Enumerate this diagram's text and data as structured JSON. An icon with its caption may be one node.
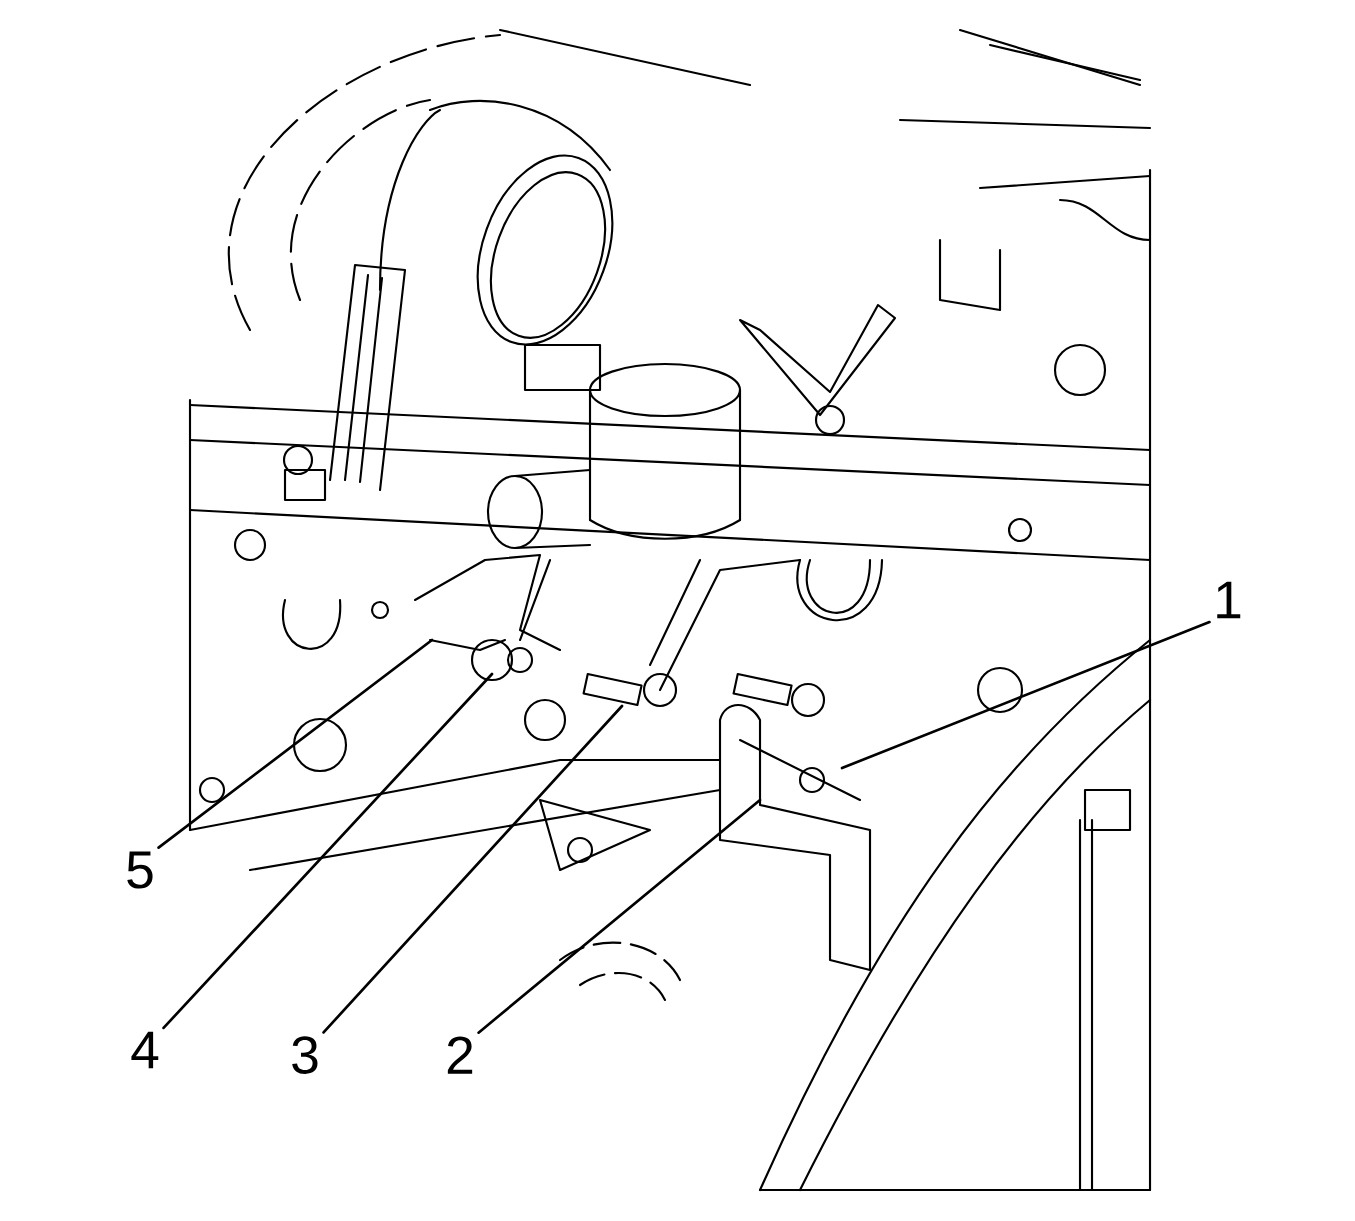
{
  "diagram": {
    "nodes": [
      {
        "text": [
          "1"
        ]
      },
      {
        "text": [
          "2"
        ]
      },
      {
        "text": [
          "3"
        ]
      },
      {
        "text": [
          "4"
        ]
      },
      {
        "text": [
          "5"
        ]
      }
    ],
    "edges": [
      {
        "from": 0,
        "to": null,
        "arrow": "none"
      },
      {
        "from": 1,
        "to": null,
        "arrow": "none"
      },
      {
        "from": 2,
        "to": null,
        "arrow": "none"
      },
      {
        "from": 3,
        "to": null,
        "arrow": "none"
      },
      {
        "from": 4,
        "to": null,
        "arrow": "none"
      }
    ]
  }
}
